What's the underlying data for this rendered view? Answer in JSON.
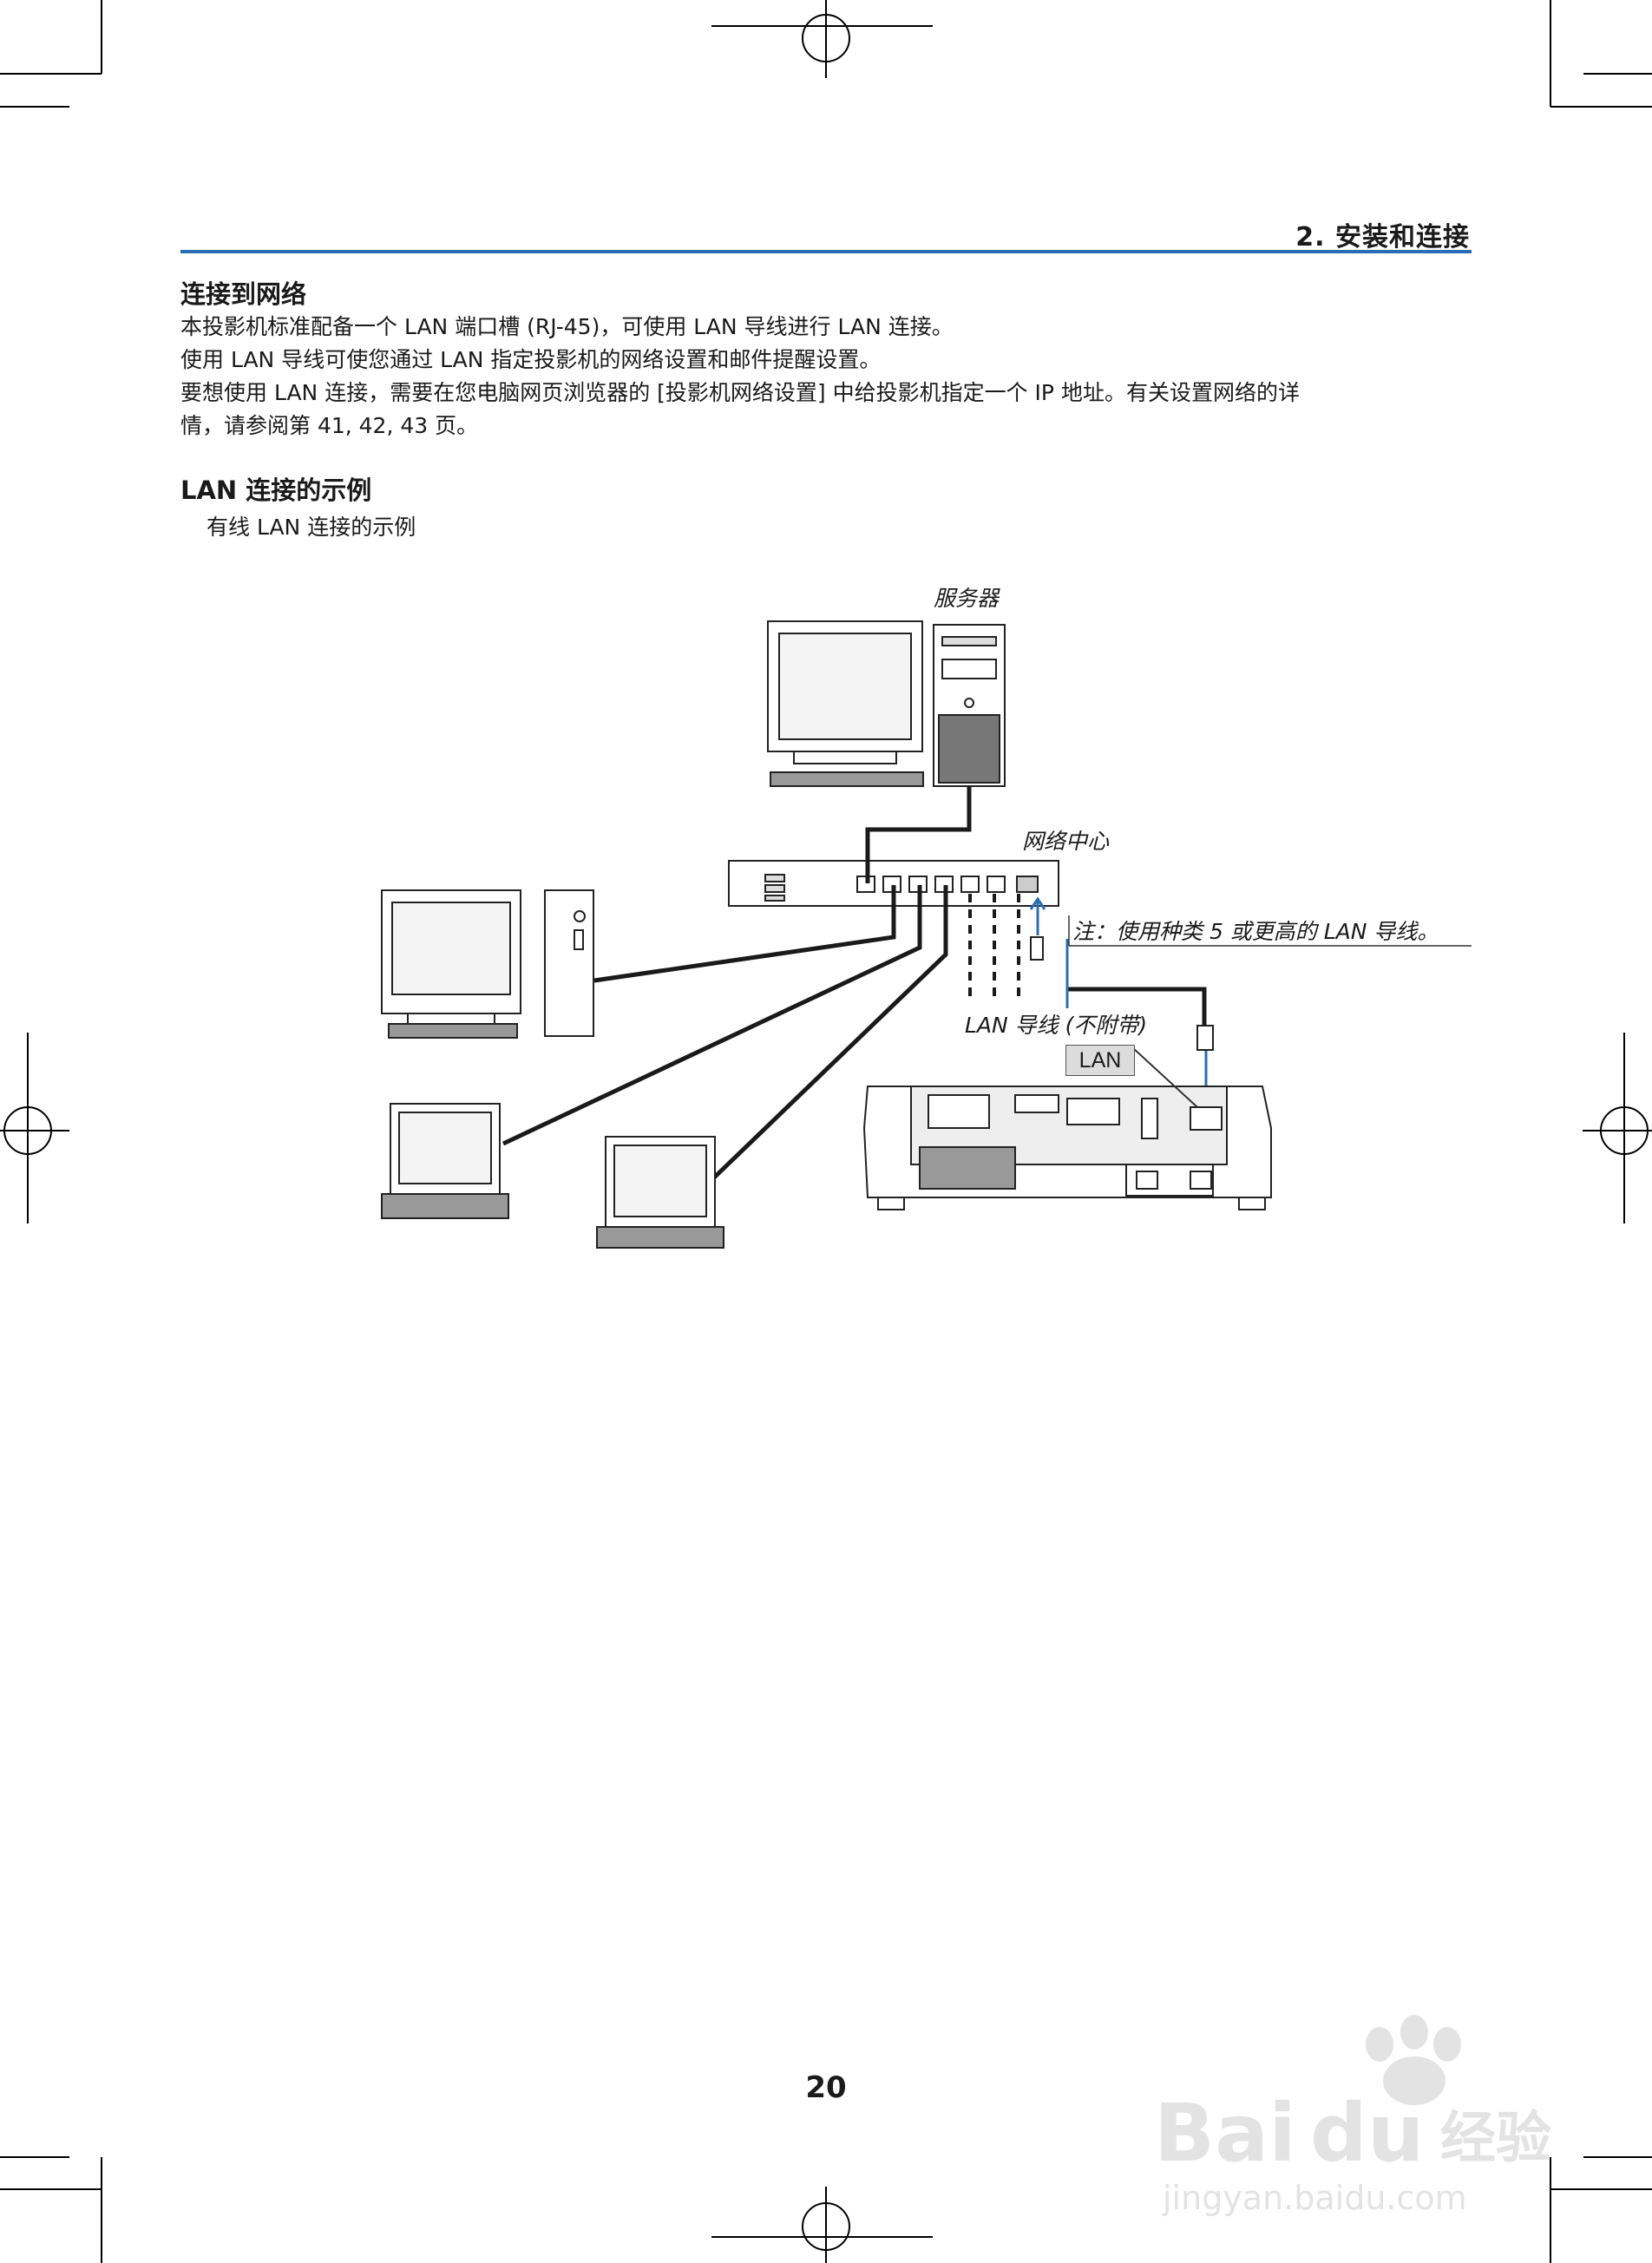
{
  "header": {
    "section": "2. 安装和连接"
  },
  "section": {
    "title": "连接到网络",
    "paragraphs": [
      "本投影机标准配备一个 LAN 端口槽 (RJ-45)，可使用 LAN 导线进行 LAN 连接。",
      "使用 LAN 导线可使您通过 LAN 指定投影机的网络设置和邮件提醒设置。",
      "要想使用 LAN 连接，需要在您电脑网页浏览器的 [投影机网络设置] 中给投影机指定一个 IP 地址。有关设置网络的详",
      "情，请参阅第 41, 42, 43 页。"
    ]
  },
  "example": {
    "title": "LAN 连接的示例",
    "subtitle": "有线 LAN 连接的示例"
  },
  "figure": {
    "server_label": "服务器",
    "hub_label": "网络中心",
    "note": "注：使用种类 5 或更高的 LAN 导线。",
    "cable_label": "LAN 导线 (不附带)",
    "lan_port_label": "LAN"
  },
  "footer": {
    "page_number": "20"
  },
  "watermark": {
    "brand": "Bai",
    "brand2": "du",
    "brand_cn": "经验",
    "url": "jingyan.baidu.com"
  },
  "colors": {
    "accent": "#2a6db5",
    "cable": "#1a1a1a",
    "lan_line": "#2a6db5"
  }
}
